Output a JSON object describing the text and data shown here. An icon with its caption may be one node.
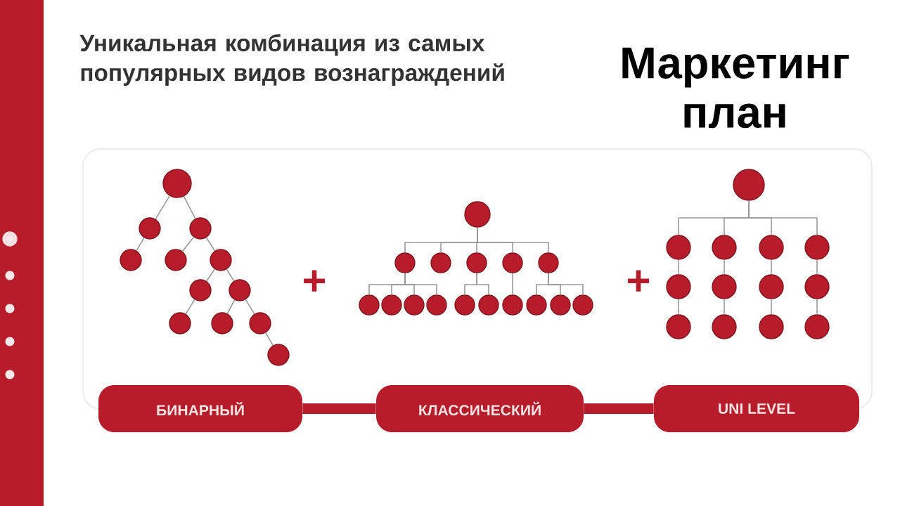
{
  "diagram": {
    "title": "Уникальная комбинация из самых популярных видов вознаграждений",
    "nodes": [
      {
        "text": [],
        "shape": "circle"
      },
      {
        "text": [],
        "shape": "circle"
      },
      {
        "text": [],
        "shape": "circle"
      },
      {
        "text": [],
        "shape": "circle"
      },
      {
        "text": [],
        "shape": "circle"
      },
      {
        "text": [],
        "shape": "circle"
      },
      {
        "text": [],
        "shape": "circle"
      },
      {
        "text": [],
        "shape": "circle"
      },
      {
        "text": [],
        "shape": "circle"
      },
      {
        "text": [],
        "shape": "circle"
      },
      {
        "text": [],
        "shape": "circle"
      },
      {
        "text": [],
        "shape": "circle"
      },
      {
        "text": [],
        "shape": "circle"
      },
      {
        "text": [],
        "shape": "circle"
      },
      {
        "text": [],
        "shape": "circle"
      },
      {
        "text": [],
        "shape": "circle"
      },
      {
        "text": [],
        "shape": "circle"
      },
      {
        "text": [],
        "shape": "circle"
      },
      {
        "text": [],
        "shape": "circle"
      },
      {
        "text": [],
        "shape": "circle"
      },
      {
        "text": [],
        "shape": "circle"
      },
      {
        "text": [],
        "shape": "circle"
      },
      {
        "text": [],
        "shape": "circle"
      },
      {
        "text": [],
        "shape": "circle"
      },
      {
        "text": [],
        "shape": "circle"
      },
      {
        "text": [],
        "shape": "circle"
      },
      {
        "text": [],
        "shape": "circle"
      },
      {
        "text": [],
        "shape": "circle"
      },
      {
        "text": [],
        "shape": "circle"
      },
      {
        "text": [],
        "shape": "circle"
      },
      {
        "text": [],
        "shape": "circle"
      },
      {
        "text": [],
        "shape": "circle"
      },
      {
        "text": [],
        "shape": "circle"
      },
      {
        "text": [],
        "shape": "circle"
      },
      {
        "text": [],
        "shape": "circle"
      },
      {
        "text": [],
        "shape": "circle"
      },
      {
        "text": [],
        "shape": "circle"
      },
      {
        "text": [],
        "shape": "circle"
      },
      {
        "text": [],
        "shape": "circle"
      },
      {
        "text": [],
        "shape": "circle"
      },
      {
        "text": [],
        "shape": "circle"
      },
      {
        "text": [
          "БИНАРНЫЙ"
        ]
      },
      {
        "text": [
          "КЛАССИЧЕСКИЙ"
        ]
      },
      {
        "text": [
          "UNI LEVEL"
        ]
      }
    ],
    "edges": [
      {
        "from": 0,
        "to": 1,
        "arrow": "none"
      },
      {
        "from": 0,
        "to": 2,
        "arrow": "none"
      },
      {
        "from": 1,
        "to": 3,
        "arrow": "none"
      },
      {
        "from": 2,
        "to": 4,
        "arrow": "none"
      },
      {
        "from": 2,
        "to": 5,
        "arrow": "none"
      },
      {
        "from": 5,
        "to": 6,
        "arrow": "none"
      },
      {
        "from": 5,
        "to": 7,
        "arrow": "none"
      },
      {
        "from": 6,
        "to": 8,
        "arrow": "none"
      },
      {
        "from": 7,
        "to": 9,
        "arrow": "none"
      },
      {
        "from": 7,
        "to": 10,
        "arrow": "none"
      },
      {
        "from": 10,
        "to": 11,
        "arrow": "none"
      },
      {
        "from": 12,
        "to": 13,
        "arrow": "none"
      },
      {
        "from": 12,
        "to": 14,
        "arrow": "none"
      },
      {
        "from": 12,
        "to": 15,
        "arrow": "none"
      },
      {
        "from": 12,
        "to": 16,
        "arrow": "none"
      },
      {
        "from": 12,
        "to": 17,
        "arrow": "none"
      },
      {
        "from": 13,
        "to": 18,
        "arrow": "none"
      },
      {
        "from": 13,
        "to": 19,
        "arrow": "none"
      },
      {
        "from": 13,
        "to": 20,
        "arrow": "none"
      },
      {
        "from": 13,
        "to": 21,
        "arrow": "none"
      },
      {
        "from": 15,
        "to": 22,
        "arrow": "none"
      },
      {
        "from": 15,
        "to": 23,
        "arrow": "none"
      },
      {
        "from": 16,
        "to": 24,
        "arrow": "none"
      },
      {
        "from": 17,
        "to": 25,
        "arrow": "none"
      },
      {
        "from": 17,
        "to": 26,
        "arrow": "none"
      },
      {
        "from": 17,
        "to": 27,
        "arrow": "none"
      },
      {
        "from": 28,
        "to": 29,
        "arrow": "none"
      },
      {
        "from": 28,
        "to": 30,
        "arrow": "none"
      },
      {
        "from": 28,
        "to": 31,
        "arrow": "none"
      },
      {
        "from": 28,
        "to": 32,
        "arrow": "none"
      },
      {
        "from": 29,
        "to": 33,
        "arrow": "none"
      },
      {
        "from": 30,
        "to": 34,
        "arrow": "none"
      },
      {
        "from": 31,
        "to": 35,
        "arrow": "none"
      },
      {
        "from": 32,
        "to": 36,
        "arrow": "none"
      },
      {
        "from": 33,
        "to": 37,
        "arrow": "none"
      },
      {
        "from": 34,
        "to": 38,
        "arrow": "none"
      },
      {
        "from": 35,
        "to": 39,
        "arrow": "none"
      },
      {
        "from": 36,
        "to": 40,
        "arrow": "none"
      },
      {
        "from": 41,
        "to": 42,
        "arrow": "none",
        "style": "thick",
        "color": "#b71c2b"
      },
      {
        "from": 42,
        "to": 43,
        "arrow": "none",
        "style": "thick",
        "color": "#b71c2b"
      }
    ],
    "labels": [
      "Маркетинг план",
      "+",
      "+"
    ]
  }
}
